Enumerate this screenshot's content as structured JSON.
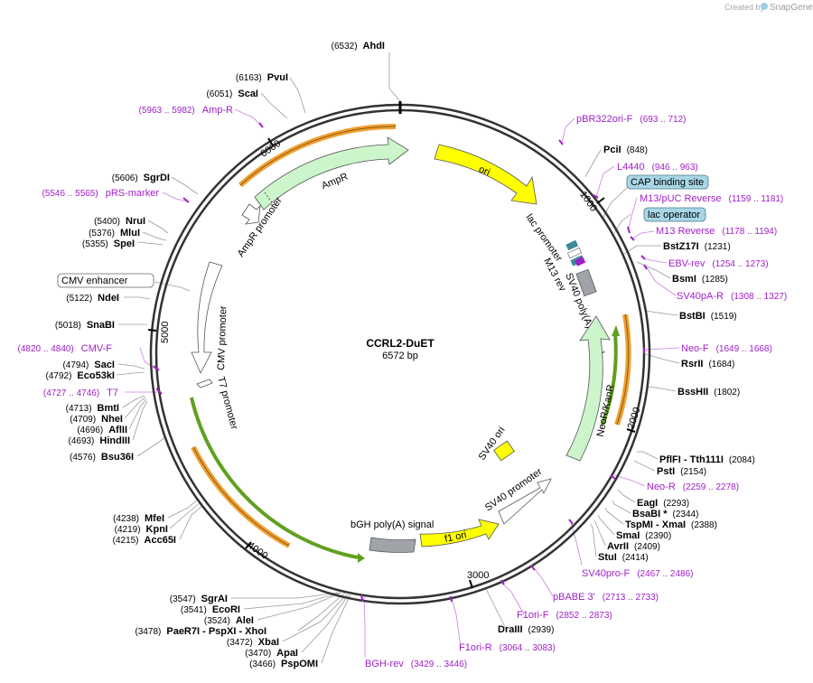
{
  "watermark": {
    "created_by": "Created by",
    "brand": "SnapGene"
  },
  "plasmid": {
    "name": "CCRL2-DuET",
    "length": "6572 bp"
  },
  "ticks": [
    "1000",
    "2000",
    "3000",
    "4000",
    "5000",
    "6000"
  ],
  "features": [
    {
      "name": "ori"
    },
    {
      "name": "AmpR"
    },
    {
      "name": "AmpR promoter"
    },
    {
      "name": "lac promoter"
    },
    {
      "name": "M13 rev"
    },
    {
      "name": "SV40 poly(A) signal"
    },
    {
      "name": "NeoR/KanR"
    },
    {
      "name": "SV40 ori"
    },
    {
      "name": "SV40 promoter"
    },
    {
      "name": "f1 ori"
    },
    {
      "name": "bGH poly(A) signal"
    },
    {
      "name": "CMV promoter"
    },
    {
      "name": "T7 promoter"
    }
  ],
  "enzymes_right": [
    {
      "name": "PciI",
      "pos": "(848)"
    },
    {
      "name": "BstZ17I",
      "pos": "(1231)"
    },
    {
      "name": "BsmI",
      "pos": "(1285)"
    },
    {
      "name": "BstBI",
      "pos": "(1519)"
    },
    {
      "name": "RsrII",
      "pos": "(1684)"
    },
    {
      "name": "BssHII",
      "pos": "(1802)"
    },
    {
      "name": "PflFI - Tth111I",
      "pos": "(2084)"
    },
    {
      "name": "PstI",
      "pos": "(2154)"
    },
    {
      "name": "EagI",
      "pos": "(2293)"
    },
    {
      "name": "BsaBI *",
      "pos": "(2344)"
    },
    {
      "name": "TspMI - XmaI",
      "pos": "(2388)"
    },
    {
      "name": "SmaI",
      "pos": "(2390)"
    },
    {
      "name": "AvrII",
      "pos": "(2409)"
    },
    {
      "name": "StuI",
      "pos": "(2414)"
    },
    {
      "name": "DraIII",
      "pos": "(2939)"
    }
  ],
  "enzymes_left": [
    {
      "name": "AhdI",
      "pos": "(6532)"
    },
    {
      "name": "PvuI",
      "pos": "(6163)"
    },
    {
      "name": "ScaI",
      "pos": "(6051)"
    },
    {
      "name": "SgrDI",
      "pos": "(5606)"
    },
    {
      "name": "NruI",
      "pos": "(5400)"
    },
    {
      "name": "MluI",
      "pos": "(5376)"
    },
    {
      "name": "SpeI",
      "pos": "(5355)"
    },
    {
      "name": "NdeI",
      "pos": "(5122)"
    },
    {
      "name": "SnaBI",
      "pos": "(5018)"
    },
    {
      "name": "SacI",
      "pos": "(4794)"
    },
    {
      "name": "Eco53kI",
      "pos": "(4792)"
    },
    {
      "name": "BmtI",
      "pos": "(4713)"
    },
    {
      "name": "NheI",
      "pos": "(4709)"
    },
    {
      "name": "AflII",
      "pos": "(4696)"
    },
    {
      "name": "HindIII",
      "pos": "(4693)"
    },
    {
      "name": "Bsu36I",
      "pos": "(4576)"
    },
    {
      "name": "MfeI",
      "pos": "(4238)"
    },
    {
      "name": "KpnI",
      "pos": "(4219)"
    },
    {
      "name": "Acc65I",
      "pos": "(4215)"
    },
    {
      "name": "SgrAI",
      "pos": "(3547)"
    },
    {
      "name": "EcoRI",
      "pos": "(3541)"
    },
    {
      "name": "AleI",
      "pos": "(3524)"
    },
    {
      "name": "PaeR7I - PspXI - XhoI",
      "pos": "(3478)"
    },
    {
      "name": "XbaI",
      "pos": "(3472)"
    },
    {
      "name": "ApaI",
      "pos": "(3470)"
    },
    {
      "name": "PspOMI",
      "pos": "(3466)"
    }
  ],
  "primers": [
    {
      "name": "pBR322ori-F",
      "pos": "(693 .. 712)"
    },
    {
      "name": "L4440",
      "pos": "(946 .. 963)"
    },
    {
      "name": "M13/pUC Reverse",
      "pos": "(1159 .. 1181)"
    },
    {
      "name": "M13 Reverse",
      "pos": "(1178 .. 1194)"
    },
    {
      "name": "EBV-rev",
      "pos": "(1254 .. 1273)"
    },
    {
      "name": "SV40pA-R",
      "pos": "(1308 .. 1327)"
    },
    {
      "name": "Neo-F",
      "pos": "(1649 .. 1668)"
    },
    {
      "name": "Neo-R",
      "pos": "(2259 .. 2278)"
    },
    {
      "name": "SV40pro-F",
      "pos": "(2467 .. 2486)"
    },
    {
      "name": "pBABE 3'",
      "pos": "(2713 .. 2733)"
    },
    {
      "name": "F1ori-F",
      "pos": "(2852 .. 2873)"
    },
    {
      "name": "F1ori-R",
      "pos": "(3064 .. 3083)"
    },
    {
      "name": "BGH-rev",
      "pos": "(3429 .. 3446)"
    },
    {
      "name": "T7",
      "pos": "(4727 .. 4746)"
    },
    {
      "name": "CMV-F",
      "pos": "(4820 .. 4840)"
    },
    {
      "name": "pRS-marker",
      "pos": "(5546 .. 5565)"
    },
    {
      "name": "Amp-R",
      "pos": "(5963 .. 5982)"
    }
  ],
  "boxed_sites": [
    {
      "name": "CAP binding site"
    },
    {
      "name": "lac operator"
    },
    {
      "name": "CMV enhancer"
    }
  ],
  "colors": {
    "ori": "#ffff00",
    "amp": "#ccf5cc",
    "neo": "#ccf5cc",
    "orf": "#f0a030",
    "orf_green": "#60a020",
    "primer": "#a020c8",
    "box_blue": "#a7d7e6",
    "polyA": "#a0a4a8"
  }
}
